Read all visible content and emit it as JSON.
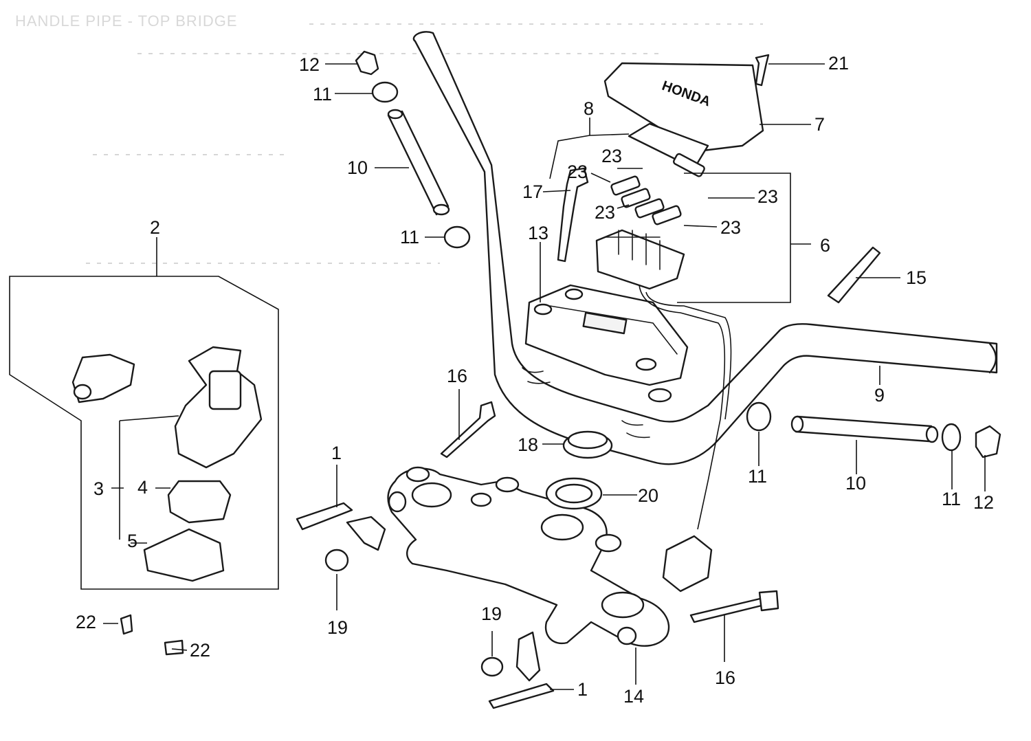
{
  "diagram": {
    "title": "HANDLE PIPE - TOP BRIDGE",
    "brand_mark": "HONDA",
    "callouts": [
      {
        "id": "c-2",
        "text": "2"
      },
      {
        "id": "c-3",
        "text": "3"
      },
      {
        "id": "c-4",
        "text": "4"
      },
      {
        "id": "c-5",
        "text": "5"
      },
      {
        "id": "c-22a",
        "text": "22"
      },
      {
        "id": "c-22b",
        "text": "22"
      },
      {
        "id": "c-12a",
        "text": "12"
      },
      {
        "id": "c-11a",
        "text": "11"
      },
      {
        "id": "c-10a",
        "text": "10"
      },
      {
        "id": "c-11b",
        "text": "11"
      },
      {
        "id": "c-16a",
        "text": "16"
      },
      {
        "id": "c-1a",
        "text": "1"
      },
      {
        "id": "c-19a",
        "text": "19"
      },
      {
        "id": "c-19b",
        "text": "19"
      },
      {
        "id": "c-1b",
        "text": "1"
      },
      {
        "id": "c-14",
        "text": "14"
      },
      {
        "id": "c-16b",
        "text": "16"
      },
      {
        "id": "c-18",
        "text": "18"
      },
      {
        "id": "c-20",
        "text": "20"
      },
      {
        "id": "c-13",
        "text": "13"
      },
      {
        "id": "c-17",
        "text": "17"
      },
      {
        "id": "c-8",
        "text": "8"
      },
      {
        "id": "c-23a",
        "text": "23"
      },
      {
        "id": "c-23b",
        "text": "23"
      },
      {
        "id": "c-23c",
        "text": "23"
      },
      {
        "id": "c-23d",
        "text": "23"
      },
      {
        "id": "c-23e",
        "text": "23"
      },
      {
        "id": "c-7",
        "text": "7"
      },
      {
        "id": "c-21",
        "text": "21"
      },
      {
        "id": "c-6",
        "text": "6"
      },
      {
        "id": "c-15",
        "text": "15"
      },
      {
        "id": "c-9",
        "text": "9"
      },
      {
        "id": "c-11c",
        "text": "11"
      },
      {
        "id": "c-10b",
        "text": "10"
      },
      {
        "id": "c-11d",
        "text": "11"
      },
      {
        "id": "c-12b",
        "text": "12"
      }
    ]
  }
}
